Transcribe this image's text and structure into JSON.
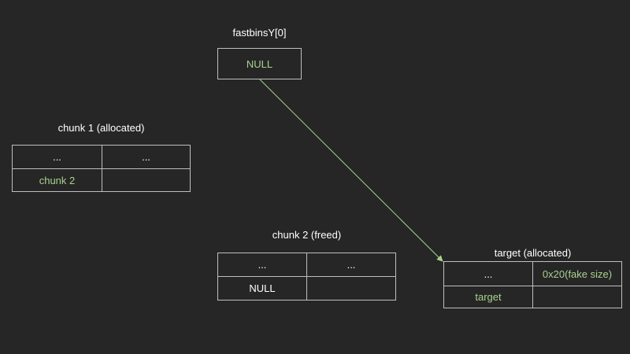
{
  "colors": {
    "background": "#262626",
    "text": "#ffffff",
    "highlight": "#a9d18e",
    "border": "#bfbfbf"
  },
  "fastbin": {
    "label": "fastbinsY[0]",
    "value": "NULL"
  },
  "chunk1": {
    "label": "chunk 1 (allocated)",
    "cells": [
      "...",
      "...",
      "chunk 2",
      ""
    ]
  },
  "chunk2": {
    "label": "chunk 2 (freed)",
    "cells": [
      "...",
      "...",
      "NULL",
      ""
    ]
  },
  "target": {
    "label": "target (allocated)",
    "cells": [
      "...",
      "0x20(fake size)",
      "target",
      ""
    ]
  }
}
